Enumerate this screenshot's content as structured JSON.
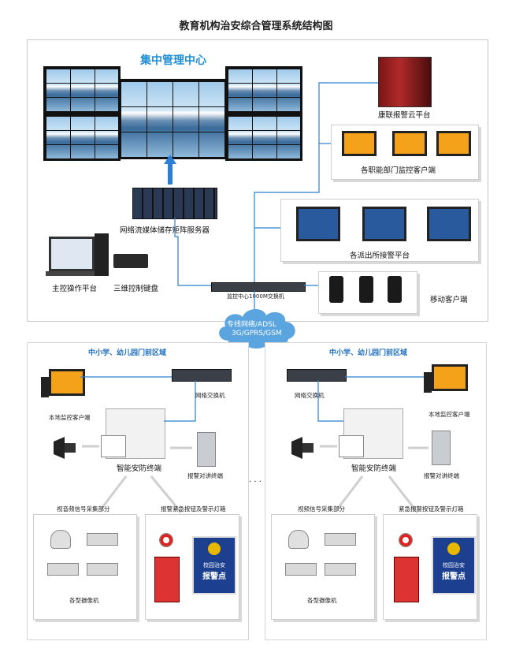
{
  "title": "教育机构治安综合管理系统结构图",
  "center": {
    "title": "集中管理中心",
    "storage_server": "网络流媒体储存矩阵服务器",
    "main_console": "主控操作平台",
    "keyboard": "三维控制键盘",
    "core_switch": "监控中心1000M交换机",
    "cloud_platform": "康联报警云平台",
    "dept_clients": "各职能部门监控客户端",
    "police_platform": "各派出所接警平台",
    "mobile_clients": "移动客户端"
  },
  "network": {
    "line1": "专线网络/ADSL",
    "line2": "3G/GPRS/GSM"
  },
  "ellipsis": "· · ·",
  "areas": [
    {
      "title": "中小学、幼儿园门前区域",
      "switch": "网络交换机",
      "local_client": "本地监控客户端",
      "terminal": "智能安防终端",
      "intercom": "报警对讲终端",
      "video_section": "视音频信号采集部分",
      "alarm_section": "报警紧急按钮及警示灯箱",
      "cameras": "各型摄像机",
      "sign_line1": "校园治安",
      "sign_line2": "报警点"
    },
    {
      "title": "中小学、幼儿园门前区域",
      "switch": "网络交换机",
      "local_client": "本地监控客户端",
      "terminal": "智能安防终端",
      "intercom": "报警对讲终端",
      "video_section": "视频信号采集部分",
      "alarm_section": "紧急报警按钮及警示灯箱",
      "cameras": "各型摄像机",
      "sign_line1": "校园治安",
      "sign_line2": "报警点"
    }
  ]
}
